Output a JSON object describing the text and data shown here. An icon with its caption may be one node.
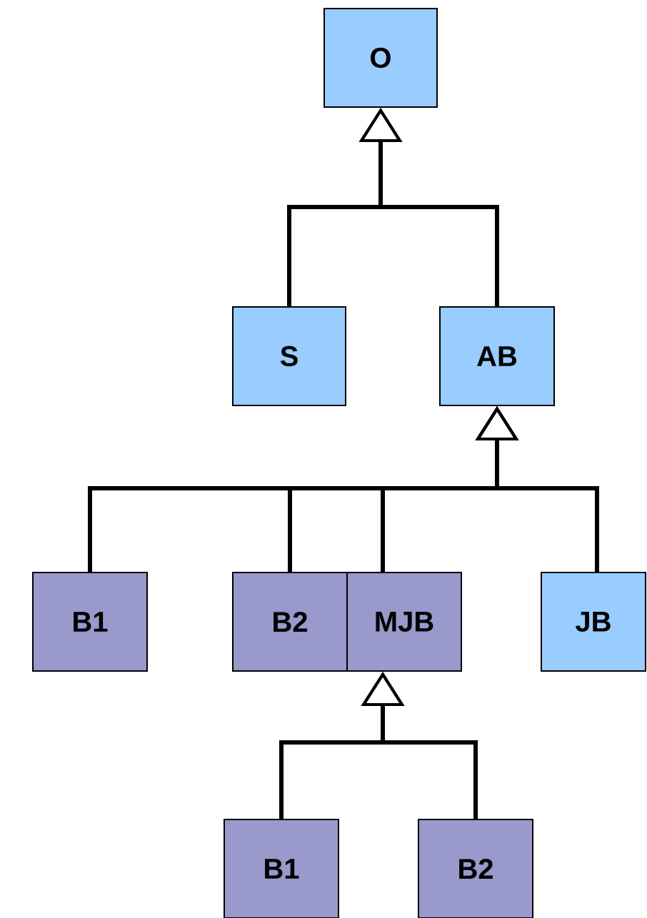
{
  "diagram": {
    "nodes": [
      {
        "text": [
          "O"
        ]
      },
      {
        "text": [
          "S"
        ]
      },
      {
        "text": [
          "AB"
        ]
      },
      {
        "text": [
          "B1"
        ]
      },
      {
        "text": [
          "B2"
        ]
      },
      {
        "text": [
          "MJB"
        ]
      },
      {
        "text": [
          "JB"
        ]
      },
      {
        "text": [
          "B1"
        ]
      },
      {
        "text": [
          "B2"
        ]
      }
    ],
    "edges": [
      {
        "from": 1,
        "to": 0,
        "arrow": "to"
      },
      {
        "from": 2,
        "to": 0,
        "arrow": "to"
      },
      {
        "from": 3,
        "to": 2,
        "arrow": "to"
      },
      {
        "from": 4,
        "to": 2,
        "arrow": "to"
      },
      {
        "from": 5,
        "to": 2,
        "arrow": "to"
      },
      {
        "from": 6,
        "to": 2,
        "arrow": "to"
      },
      {
        "from": 7,
        "to": 5,
        "arrow": "to"
      },
      {
        "from": 8,
        "to": 5,
        "arrow": "to"
      }
    ]
  }
}
